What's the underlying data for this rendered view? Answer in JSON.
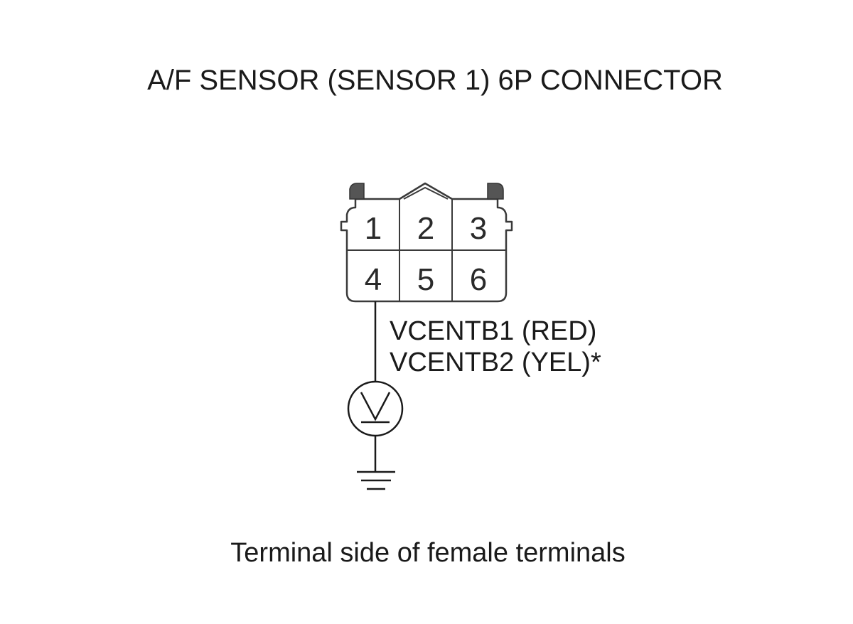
{
  "title": "A/F SENSOR (SENSOR 1) 6P CONNECTOR",
  "connector": {
    "pins": [
      "1",
      "2",
      "3",
      "4",
      "5",
      "6"
    ]
  },
  "wire": {
    "terminal": "4",
    "labels": [
      "VCENTB1 (RED)",
      "VCENTB2 (YEL)*"
    ]
  },
  "meter": {
    "symbol": "V",
    "icon": "voltmeter-icon"
  },
  "ground": {
    "icon": "ground-icon"
  },
  "caption": "Terminal side of female terminals"
}
